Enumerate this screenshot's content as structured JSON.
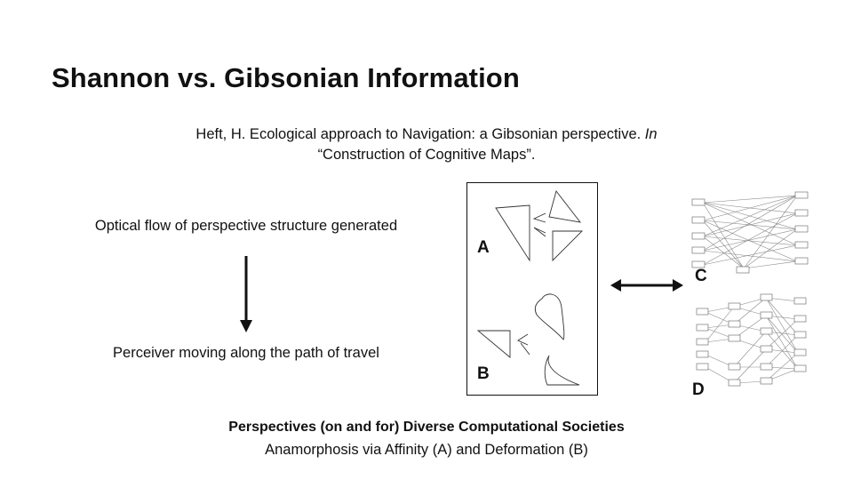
{
  "slide": {
    "title": "Shannon vs. Gibsonian Information",
    "citation": {
      "line1_prefix": "Heft, H. Ecological approach to Navigation: a Gibsonian perspective. ",
      "line1_italic": "In",
      "line2": "“Construction of Cognitive Maps”."
    },
    "flow": {
      "top_text": "Optical flow of perspective structure generated",
      "bottom_text": "Perceiver moving along the path of travel"
    },
    "figure": {
      "label_a": "A",
      "label_b": "B",
      "label_c": "C",
      "label_d": "D"
    },
    "footer": {
      "bold": "Perspectives (on and for) Diverse Computational Societies",
      "subtitle": "Anamorphosis via Affinity (A) and Deformation (B)"
    }
  }
}
